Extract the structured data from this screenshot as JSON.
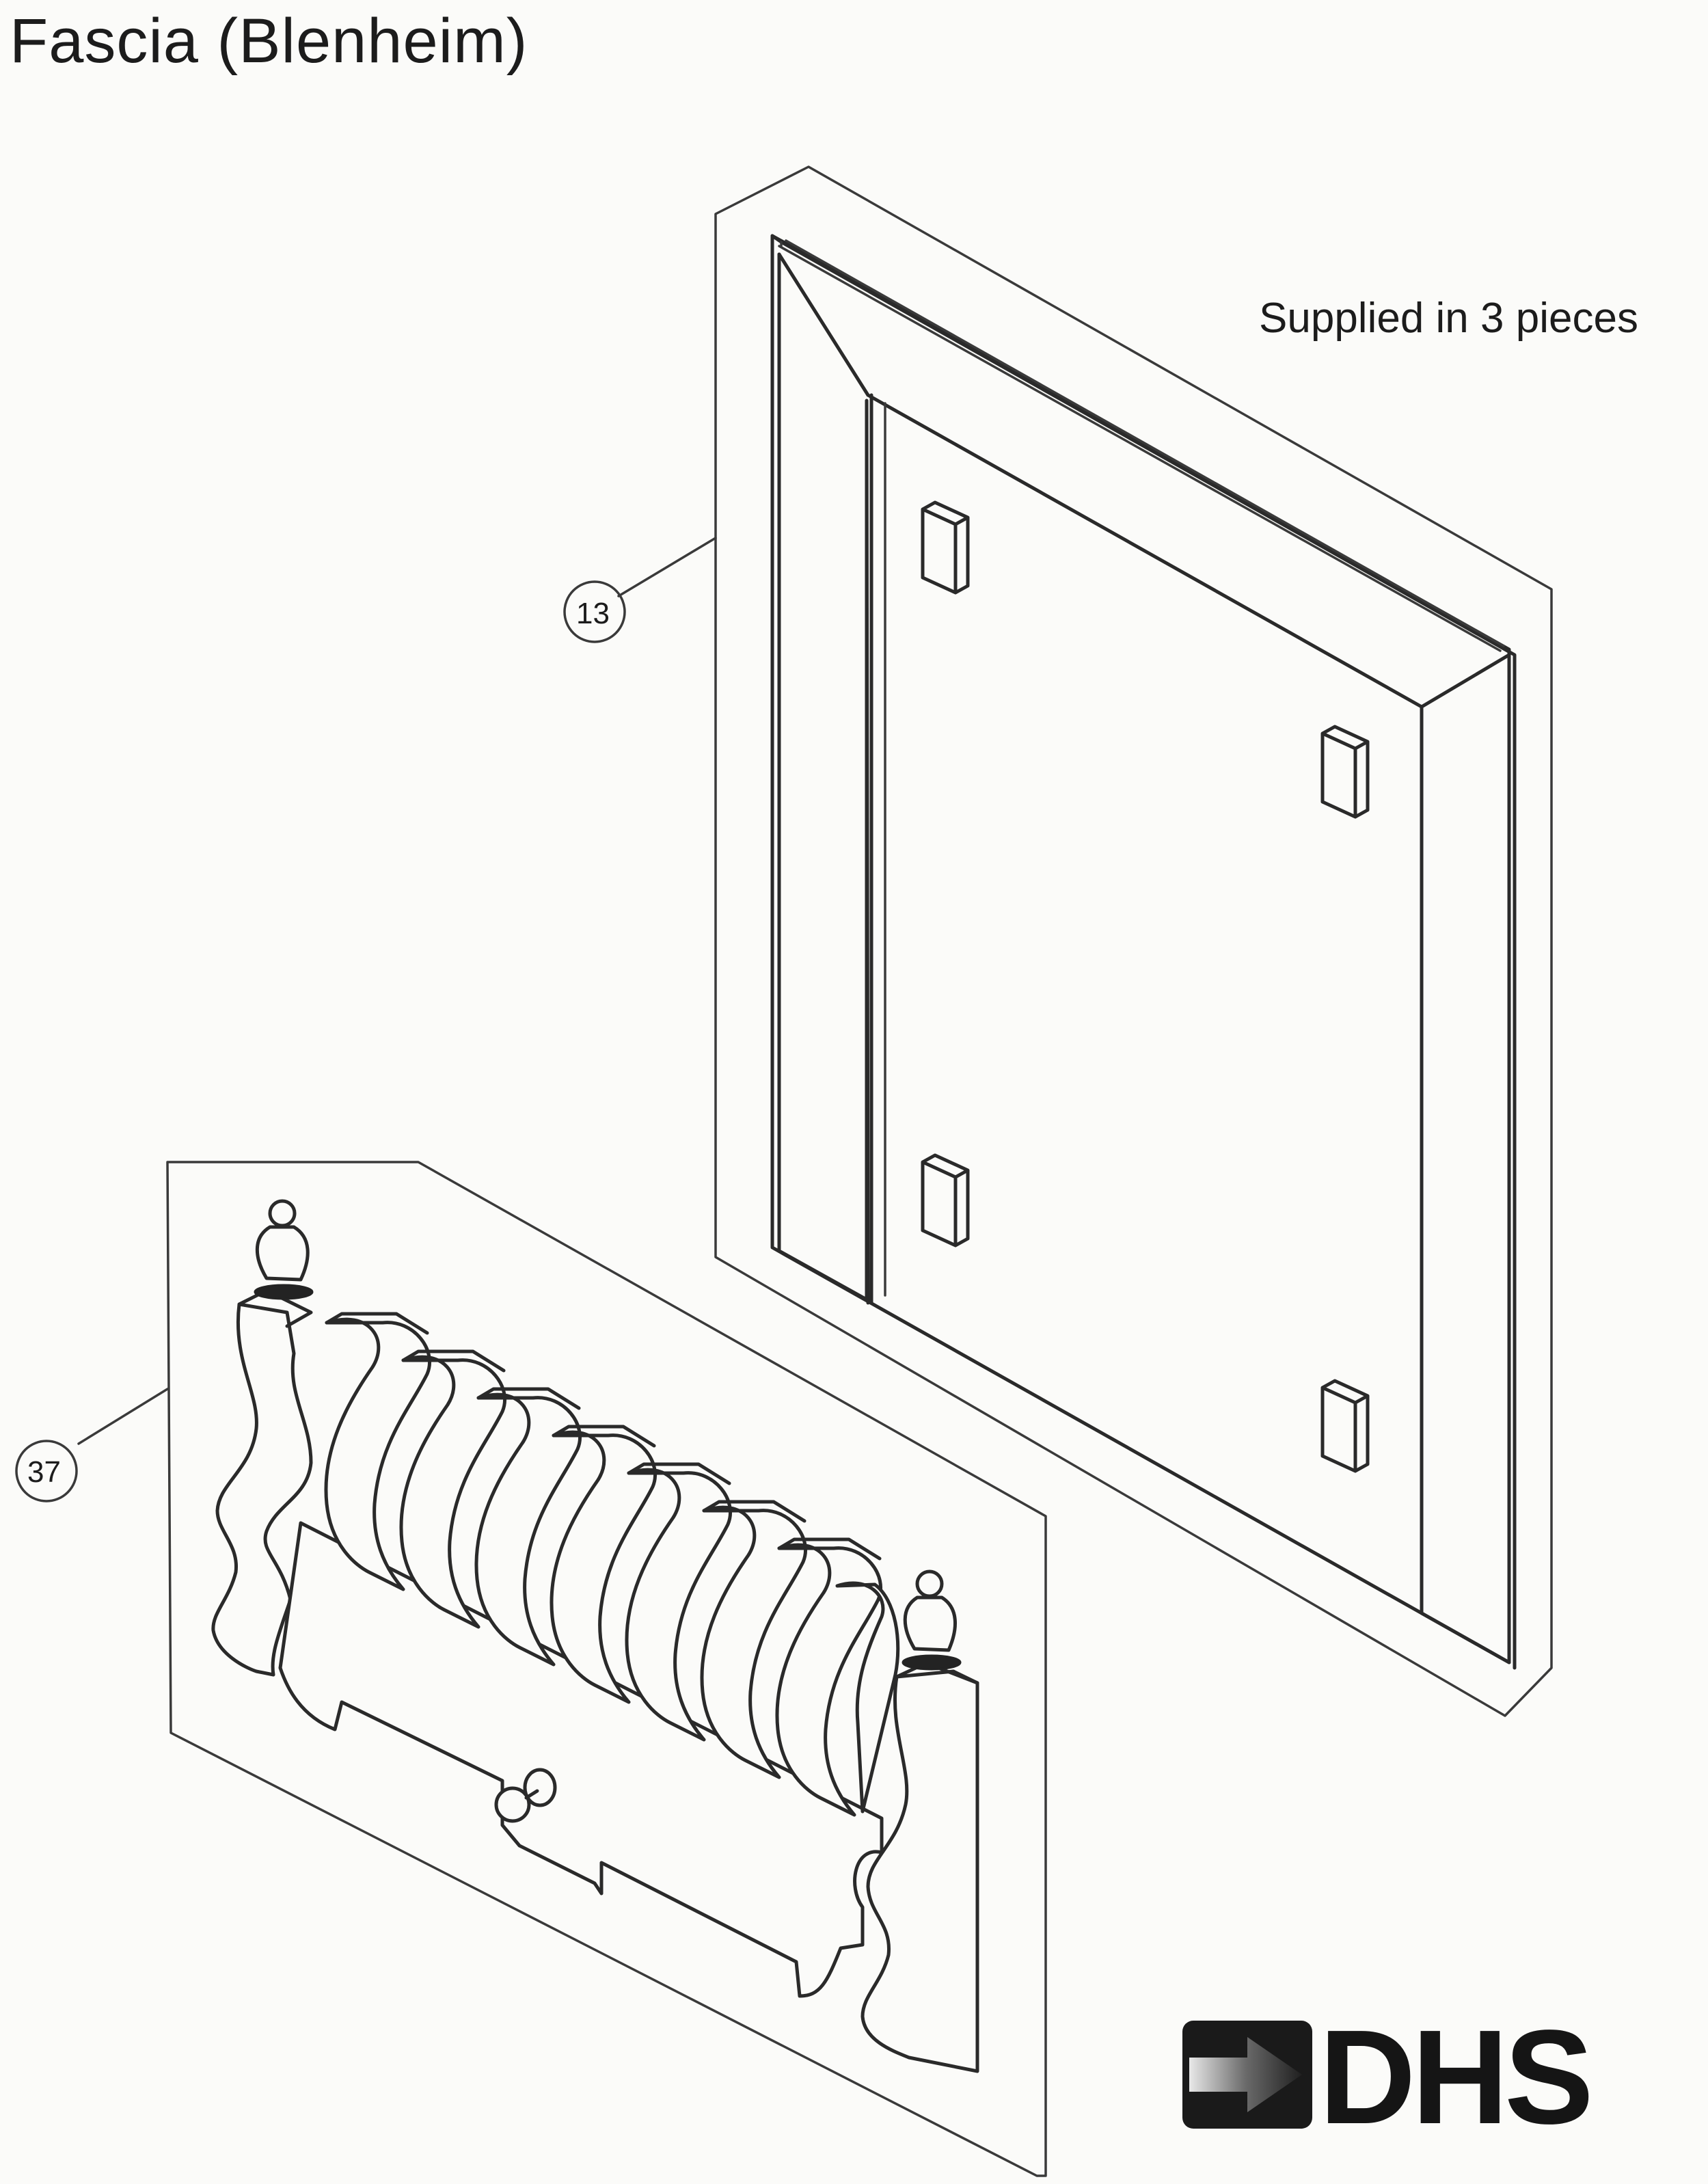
{
  "title": "Fascia (Blenheim)",
  "note": "Supplied in 3 pieces",
  "callouts": [
    {
      "label": "13",
      "part": "fascia-frame"
    },
    {
      "label": "37",
      "part": "fret-with-finials"
    }
  ],
  "logo": {
    "text": "DHS",
    "icon": "arrow-right-icon"
  }
}
